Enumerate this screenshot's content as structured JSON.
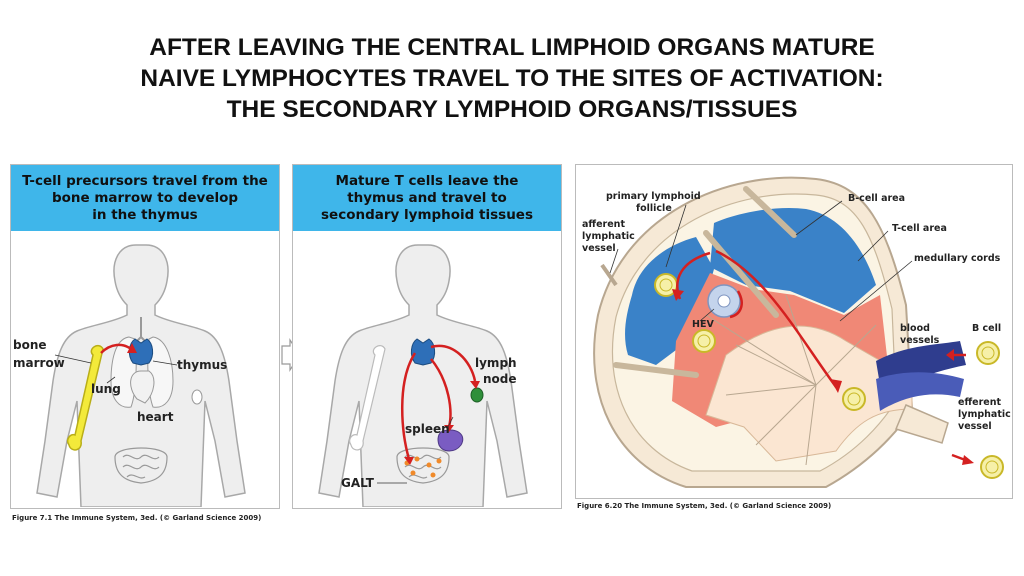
{
  "title": {
    "line1": "AFTER LEAVING THE CENTRAL LIMPHOID ORGANS MATURE",
    "line2": "NAIVE LYMPHOCYTES TRAVEL TO THE SITES OF ACTIVATION:",
    "line3": "THE SECONDARY LYMPHOID ORGANS/TISSUES"
  },
  "panel1": {
    "header": [
      "T-cell precursors travel from the",
      "bone marrow to develop",
      "in the thymus"
    ],
    "labels": {
      "bone": "bone",
      "marrow": "marrow",
      "lung": "lung",
      "thymus": "thymus",
      "heart": "heart"
    }
  },
  "panel2": {
    "header": [
      "Mature T cells leave the",
      "thymus and travel to",
      "secondary lymphoid tissues"
    ],
    "labels": {
      "lymph": "lymph",
      "node": "node",
      "spleen": "spleen",
      "galt": "GALT"
    }
  },
  "panel3": {
    "labels": {
      "primary1": "primary lymphoid",
      "primary2": "follicle",
      "afferent1": "afferent",
      "afferent2": "lymphatic",
      "afferent3": "vessel",
      "bcellarea": "B-cell area",
      "tcellarea": "T-cell area",
      "medullary": "medullary cords",
      "hev": "HEV",
      "blood1": "blood",
      "blood2": "vessels",
      "bcell": "B cell",
      "efferent1": "efferent",
      "efferent2": "lymphatic",
      "efferent3": "vessel"
    }
  },
  "captions": {
    "fig1": "Figure 7.1  The Immune System, 3ed. (© Garland Science 2009)",
    "fig2": "Figure 6.20  The Immune System, 3ed. (© Garland Science 2009)"
  },
  "colors": {
    "header_blue": "#3fb6ea",
    "bone_yellow": "#f3ea3a",
    "thymus_blue": "#2e6fb8",
    "arrow_red": "#d42020",
    "b_area": "#3a82c8",
    "t_area": "#f08876",
    "medulla": "#fbe6d2"
  }
}
